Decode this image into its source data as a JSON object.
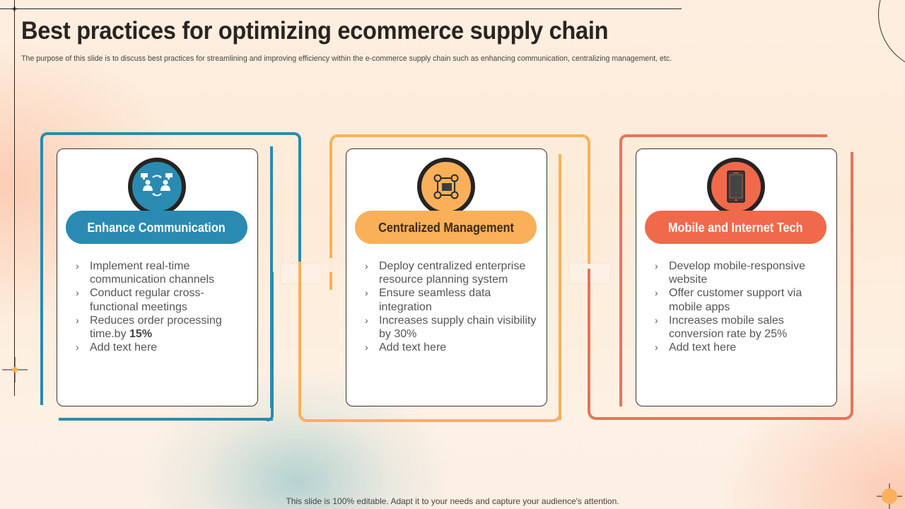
{
  "slide": {
    "title": "Best practices for optimizing ecommerce supply chain",
    "subtitle": "The purpose of this slide is to discuss best practices for streamlining and improving efficiency within the e-commerce supply chain such as enhancing communication, centralizing management, etc.",
    "footer": "This slide is 100% editable. Adapt it to your needs and capture your audience's attention."
  },
  "colors": {
    "blue": "#2a8ab1",
    "orange": "#f9b058",
    "coral": "#f0694a",
    "frame_coral": "#e8735a",
    "dark": "#262422"
  },
  "cards": [
    {
      "heading": "Enhance Communication",
      "icon": "communication-people-icon",
      "bullets": [
        {
          "text": "Implement real-time communication channels"
        },
        {
          "text": "Conduct regular cross-functional meetings"
        },
        {
          "text": "Reduces order processing time.by ",
          "bold": "15%"
        },
        {
          "text": "Add text here"
        }
      ]
    },
    {
      "heading": "Centralized Management",
      "icon": "network-hub-icon",
      "bullets": [
        {
          "text": "Deploy centralized enterprise resource planning system"
        },
        {
          "text": "Ensure seamless data integration"
        },
        {
          "text": "Increases supply chain visibility by 30%"
        },
        {
          "text": "Add text here"
        }
      ]
    },
    {
      "heading": "Mobile and Internet Tech",
      "icon": "smartphone-icon",
      "bullets": [
        {
          "text": "Develop mobile-responsive website"
        },
        {
          "text": "Offer customer support via mobile apps"
        },
        {
          "text": "Increases mobile sales conversion rate by 25%"
        },
        {
          "text": "Add text here"
        }
      ]
    }
  ],
  "bullet_glyph": "›"
}
